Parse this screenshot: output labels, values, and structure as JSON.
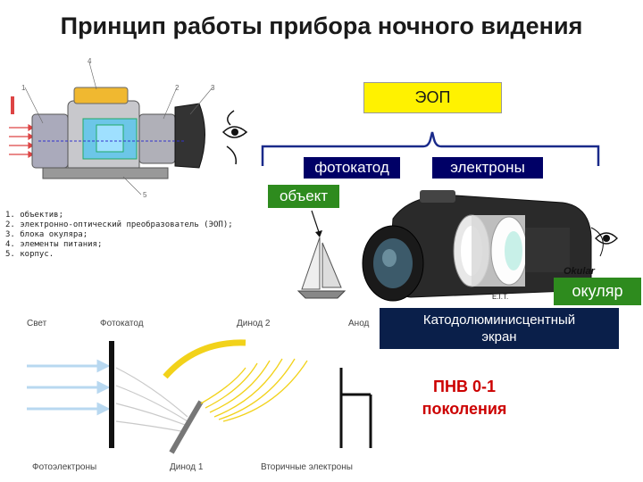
{
  "title": "Принцип работы прибора ночного видения",
  "boxes": {
    "eop": "ЭОП",
    "photocathode": "фотокатод",
    "electrons": "электроны",
    "object": "объект",
    "eyepiece": "окуляр",
    "screen_line1": "Катодолюминисцентный",
    "screen_line2": "экран"
  },
  "pnv": {
    "title": "ПНВ 0-1",
    "generation": "поколения"
  },
  "legend": [
    "1. объектив;",
    "2. электронно-оптический преобразователь (ЭОП);",
    "3. блока окуляра;",
    "4. элементы питания;",
    "5. корпус."
  ],
  "device_numbers": [
    "1",
    "2",
    "3",
    "4",
    "5"
  ],
  "dynode_labels": {
    "light": "Свет",
    "photocathode": "Фотокатод",
    "dynode2": "Динод 2",
    "anode": "Анод",
    "photoelectrons": "Фотоэлектроны",
    "dynode1": "Динод 1",
    "secondary": "Вторичные электроны"
  },
  "monocular_labels": {
    "okular": "Okular",
    "eit": "E.I.T."
  },
  "colors": {
    "eop_box": "#fff200",
    "label_box_blue": "#000066",
    "label_box_green": "#2e8b1e",
    "screen_box": "#0a1f4a",
    "pnv_text": "#cc0000",
    "dynode_yellow": "#f2d21a"
  }
}
